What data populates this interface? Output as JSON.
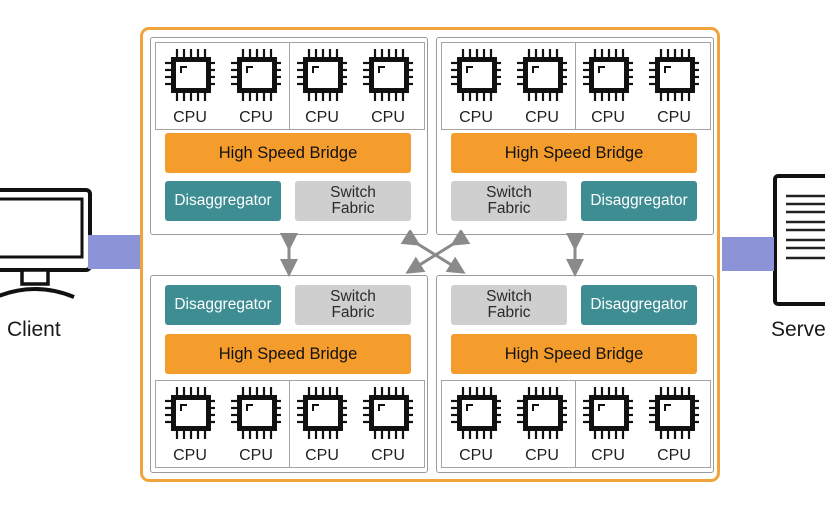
{
  "client": {
    "label": "Client"
  },
  "server": {
    "label": "Server"
  },
  "cpu_label": "CPU",
  "bridge_label": "High Speed Bridge",
  "disaggregator_label": "Disaggregator",
  "switch_fabric_label": {
    "line1": "Switch",
    "line2": "Fabric"
  },
  "colors": {
    "outer_border": "#f2a43c",
    "bridge": "#f49c2c",
    "disaggregator": "#3d8d93",
    "switch_fabric": "#cfcfcf",
    "link_bar": "#8c93d6",
    "arrow": "#8a8a8a"
  }
}
